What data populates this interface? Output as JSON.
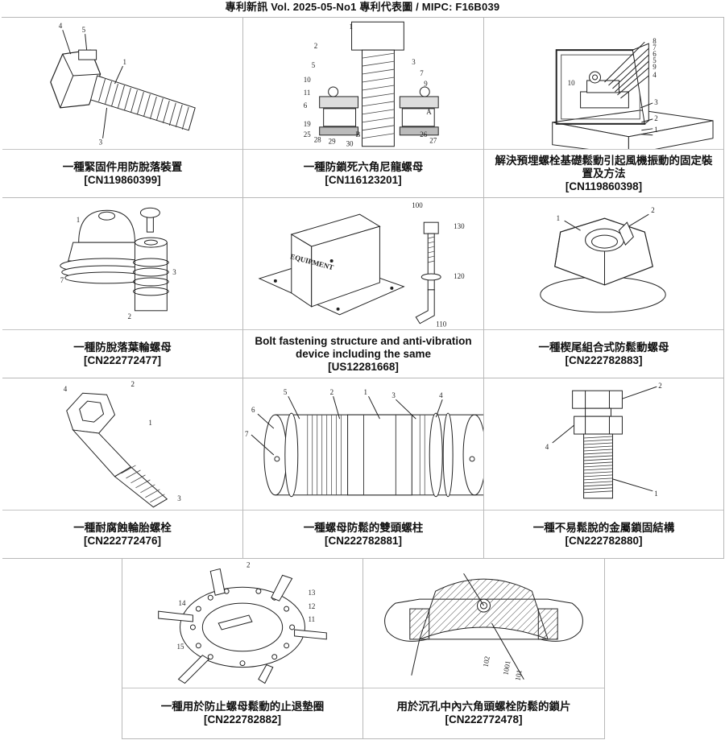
{
  "header": {
    "title": "專利新訊  Vol. 2025-05-No1  專利代表圖  /  MIPC:  F16B039"
  },
  "patents": [
    {
      "title": "一種緊固件用防脫落裝置",
      "number": "[CN119860399]",
      "figure_labels": [
        "4",
        "5",
        "1",
        "3"
      ]
    },
    {
      "title": "一種防鎖死六角尼龍螺母",
      "number": "[CN116123201]",
      "figure_labels": [
        "1",
        "2",
        "3",
        "5",
        "7",
        "9",
        "10",
        "11",
        "6",
        "A",
        "19",
        "25",
        "28",
        "29",
        "30",
        "B",
        "26",
        "27"
      ]
    },
    {
      "title": "解決預埋螺栓基礎鬆動引起風機振動的固定裝置及方法",
      "number": "[CN119860398]",
      "figure_labels": [
        "8",
        "7",
        "6",
        "5",
        "9",
        "4",
        "10",
        "3",
        "2",
        "1"
      ]
    },
    {
      "title": "一種防脫落葉輪螺母",
      "number": "[CN222772477]",
      "figure_labels": [
        "1",
        "7",
        "2",
        "3"
      ]
    },
    {
      "title": "Bolt fastening structure and anti-vibration device including the same",
      "number": "[US12281668]",
      "figure_labels": [
        "EQUIPMENT",
        "100",
        "130",
        "120",
        "110"
      ]
    },
    {
      "title": "一種楔尾組合式防鬆動螺母",
      "number": "[CN222782883]",
      "figure_labels": [
        "1",
        "2"
      ]
    },
    {
      "title": "一種耐腐蝕輪胎螺栓",
      "number": "[CN222772476]",
      "figure_labels": [
        "4",
        "2",
        "1",
        "3"
      ]
    },
    {
      "title": "一種螺母防鬆的雙頭螺柱",
      "number": "[CN222782881]",
      "figure_labels": [
        "5",
        "2",
        "1",
        "3",
        "4",
        "6",
        "7"
      ]
    },
    {
      "title": "一種不易鬆脫的金屬鎖固結構",
      "number": "[CN222782880]",
      "figure_labels": [
        "2",
        "4",
        "1"
      ]
    },
    {
      "title": "一種用於防止螺母鬆動的止退墊圈",
      "number": "[CN222782882]",
      "figure_labels": [
        "2",
        "13",
        "14",
        "12",
        "11",
        "15"
      ]
    },
    {
      "title": "用於沉孔中內六角頭螺栓防鬆的鎖片",
      "number": "[CN222772478]",
      "figure_labels": [
        "101",
        "1001",
        "102"
      ]
    }
  ]
}
